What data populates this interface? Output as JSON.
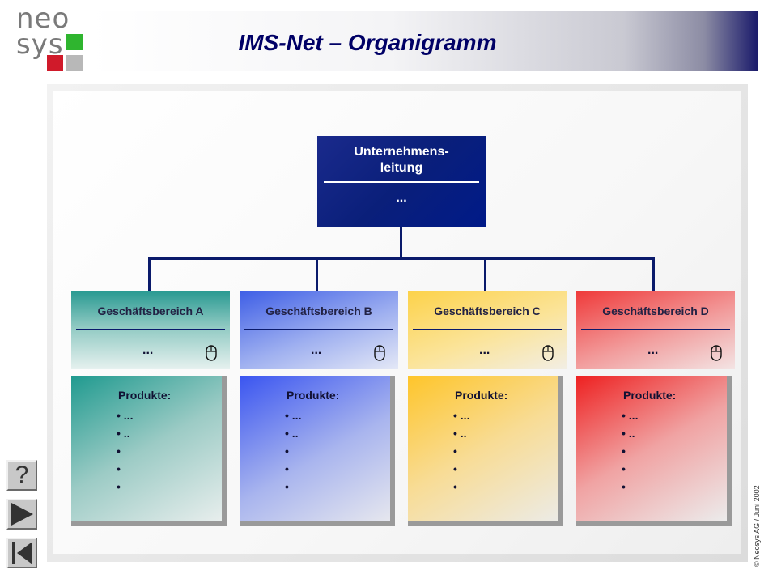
{
  "header": {
    "title": "IMS-Net – Organigramm",
    "logo_line1": "neo",
    "logo_line2": "sys",
    "logo_colors": [
      "#2fb52f",
      "#d01a2a",
      "#b8b8b8"
    ],
    "bar_accent_color": "#1b1b6b"
  },
  "top_node": {
    "title_line1": "Unternehmens-",
    "title_line2": "leitung",
    "detail": "...",
    "color": "#0a1f7a"
  },
  "divisions": [
    {
      "title": "Geschäftsbereich A",
      "detail": "...",
      "icon": "mouse-icon",
      "color": "#2a9a92",
      "products_label": "Produkte:",
      "products": [
        "• ...",
        "• ..",
        "•",
        "•",
        "•"
      ]
    },
    {
      "title": "Geschäftsbereich B",
      "detail": "...",
      "icon": "mouse-icon",
      "color": "#3f5fe6",
      "products_label": "Produkte:",
      "products": [
        "• ...",
        "• ..",
        "•",
        "•",
        "•"
      ]
    },
    {
      "title": "Geschäftsbereich C",
      "detail": "...",
      "icon": "mouse-icon",
      "color": "#fcd24a",
      "products_label": "Produkte:",
      "products": [
        "• ...",
        "• ..",
        "•",
        "•",
        "•"
      ]
    },
    {
      "title": "Geschäftsbereich D",
      "detail": "...",
      "icon": "mouse-icon",
      "color": "#ef3a3a",
      "products_label": "Produkte:",
      "products": [
        "• ...",
        "• ..",
        "•",
        "•",
        "•"
      ]
    }
  ],
  "nav": {
    "help_label": "?",
    "next_icon": "play-next-icon",
    "first_icon": "skip-to-first-icon"
  },
  "footer": {
    "copyright": "© Neosys AG / Juni 2002"
  }
}
